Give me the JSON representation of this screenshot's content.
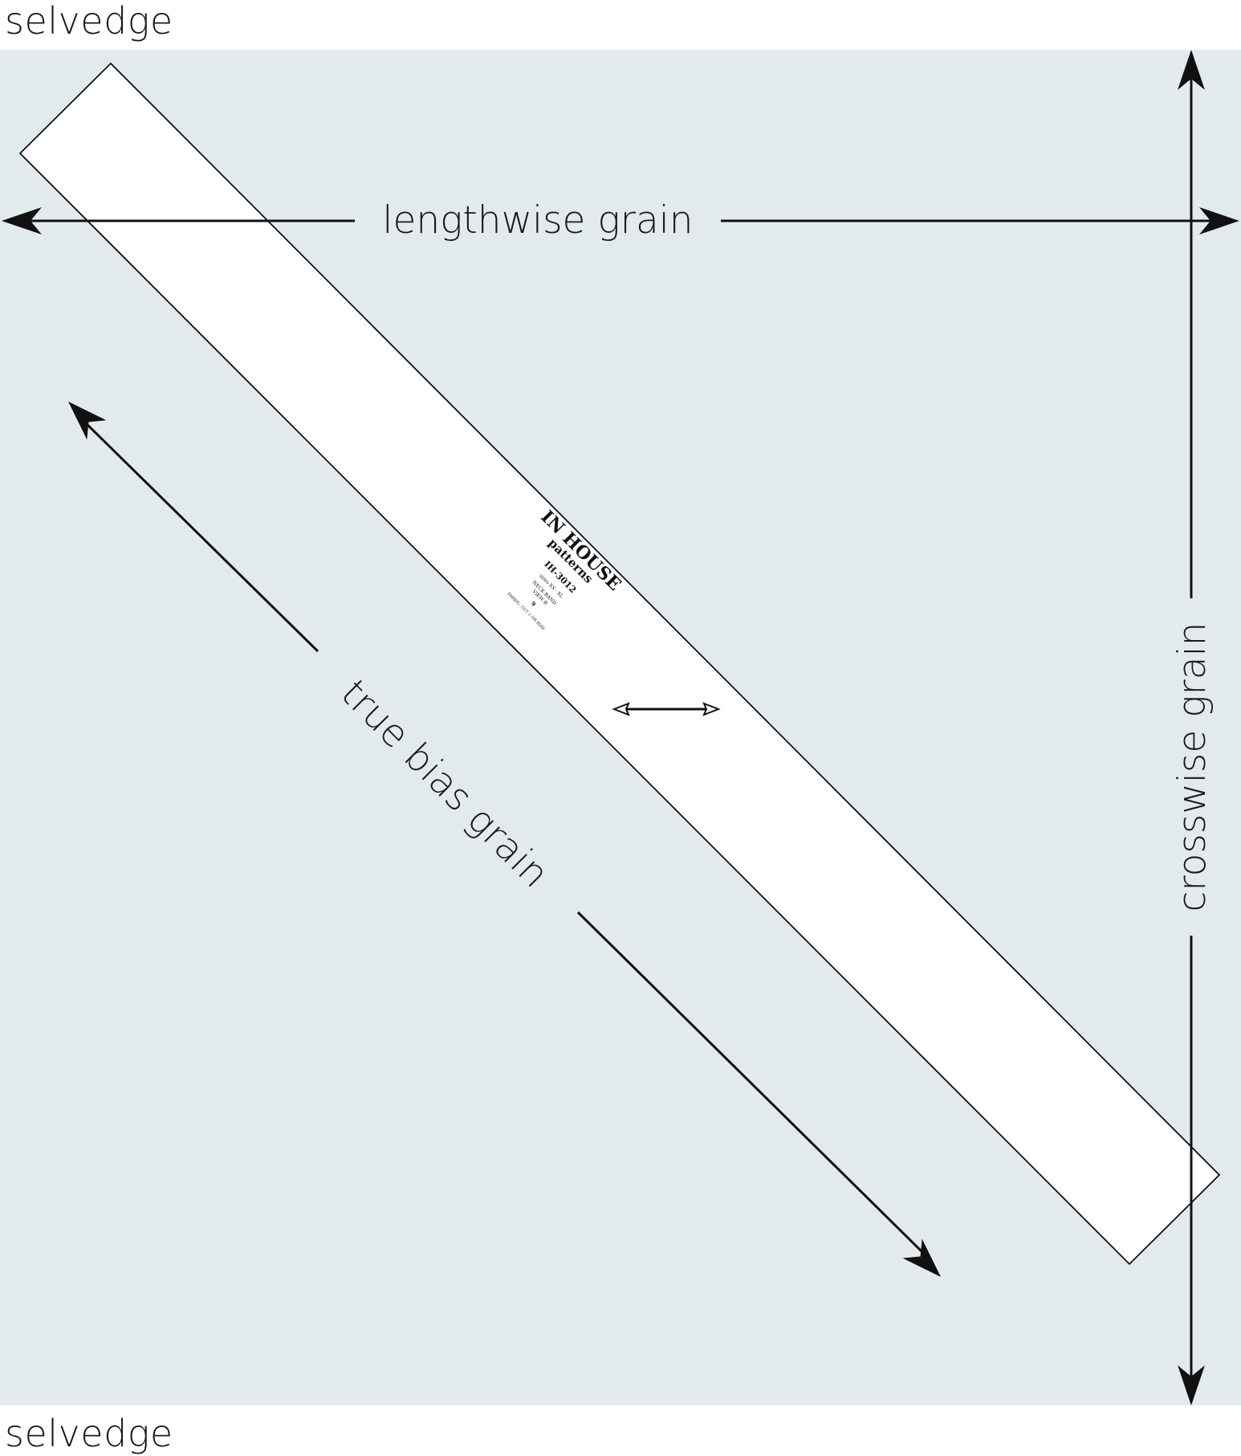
{
  "selvedge": {
    "top_label": "selvedge",
    "bottom_label": "selvedge"
  },
  "grain_labels": {
    "lengthwise": "lengthwise grain",
    "crosswise": "crosswise grain",
    "true_bias": "true bias grain"
  },
  "pattern_piece": {
    "brand_line1": "IN HOUSE",
    "brand_line2": "patterns",
    "pattern_number": "IH-3012",
    "sizes": "sizes XS - XL",
    "piece_name": "NECK BAND",
    "view": "VIEW B",
    "piece_number": "9",
    "cutting_instructions": "FABRIC: CUT 1 ON BIAS"
  },
  "colors": {
    "fabric_background": "#e3eaee",
    "piece_fill": "#ffffff",
    "ink": "#111111"
  },
  "icons": [
    "arrow-left-icon",
    "arrow-right-icon",
    "arrow-up-icon",
    "arrow-down-icon",
    "double-arrow-icon"
  ]
}
